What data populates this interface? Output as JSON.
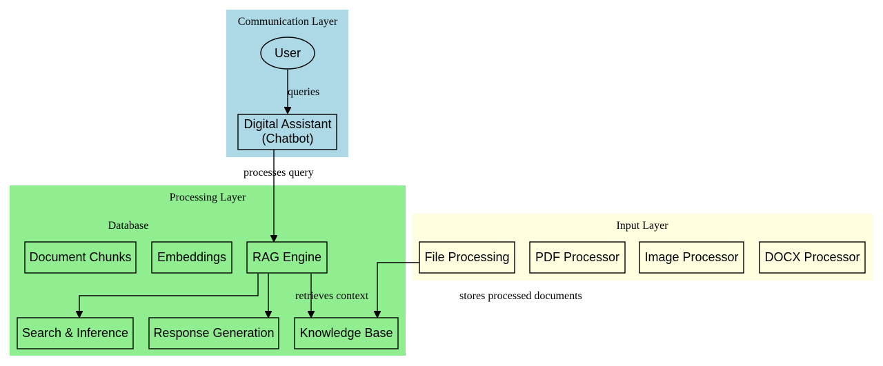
{
  "clusters": {
    "communication": {
      "label": "Communication Layer",
      "color": "#add8e6"
    },
    "processing": {
      "label": "Processing Layer",
      "sublabel": "Database",
      "color": "#90ee90"
    },
    "input": {
      "label": "Input Layer",
      "color": "#ffffe0"
    }
  },
  "nodes": {
    "user": {
      "label": "User"
    },
    "assistant": {
      "line1": "Digital Assistant",
      "line2": "(Chatbot)"
    },
    "document_chunks": {
      "label": "Document Chunks"
    },
    "embeddings": {
      "label": "Embeddings"
    },
    "rag_engine": {
      "label": "RAG Engine"
    },
    "search_inference": {
      "label": "Search & Inference"
    },
    "response_generation": {
      "label": "Response Generation"
    },
    "knowledge_base": {
      "label": "Knowledge Base"
    },
    "file_processing": {
      "label": "File Processing"
    },
    "pdf_processor": {
      "label": "PDF Processor"
    },
    "image_processor": {
      "label": "Image Processor"
    },
    "docx_processor": {
      "label": "DOCX Processor"
    }
  },
  "edges": {
    "queries": "queries",
    "processes_query": "processes query",
    "retrieves_context": "retrieves context",
    "stores_documents": "stores processed documents"
  }
}
